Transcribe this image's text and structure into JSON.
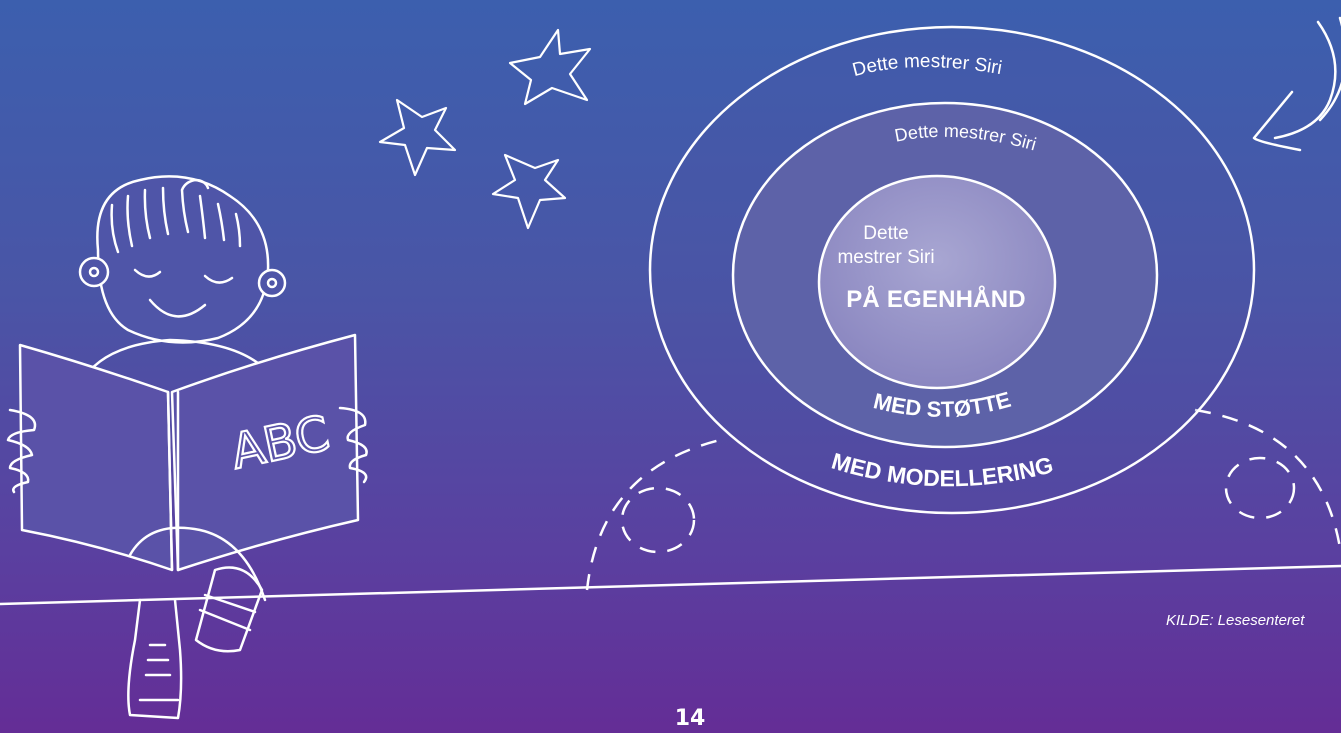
{
  "diagram": {
    "outer_label_top": "Dette mestrer Siri",
    "outer_label_bottom": "MED MODELLERING",
    "middle_label_top": "Dette mestrer Siri",
    "middle_label_bottom": "MED STØTTE",
    "inner_label_line1": "Dette",
    "inner_label_line2": "mestrer Siri",
    "inner_label_bold": "PÅ EGENHÅND"
  },
  "illustration": {
    "book_text": "ABC"
  },
  "source": "KILDE: Lesesenteret",
  "page_number": "14",
  "colors": {
    "background_top": "#3c5fae",
    "background_bottom": "#642d96",
    "line": "#ffffff",
    "middle_fill": "#5d62a8",
    "inner_fill": "#9c9ccb"
  }
}
